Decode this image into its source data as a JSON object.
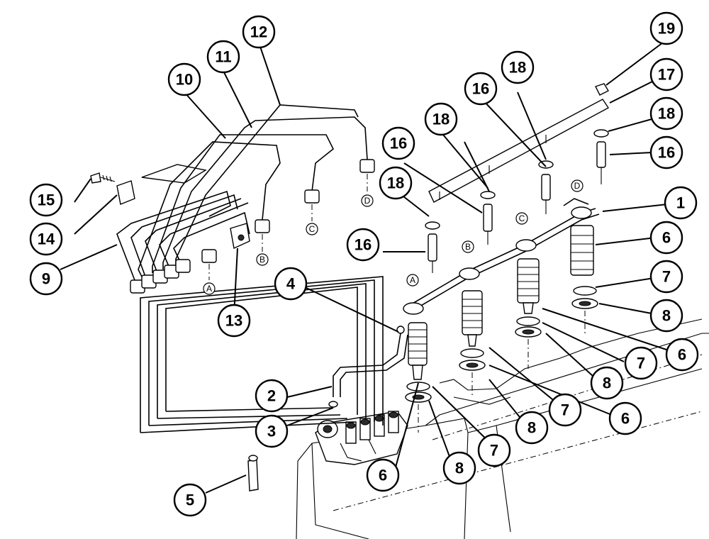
{
  "callouts": {
    "c1": "1",
    "c2": "2",
    "c3": "3",
    "c4": "4",
    "c5": "5",
    "c6a": "6",
    "c6b": "6",
    "c6c": "6",
    "c6d": "6",
    "c7a": "7",
    "c7b": "7",
    "c7c": "7",
    "c7d": "7",
    "c8a": "8",
    "c8b": "8",
    "c8c": "8",
    "c8d": "8",
    "c9": "9",
    "c10": "10",
    "c11": "11",
    "c12": "12",
    "c13": "13",
    "c14": "14",
    "c15": "15",
    "c16a": "16",
    "c16b": "16",
    "c16c": "16",
    "c16d": "16",
    "c17": "17",
    "c18a": "18",
    "c18b": "18",
    "c18c": "18",
    "c18d": "18",
    "c19": "19"
  },
  "letters": {
    "pipeA": "A",
    "pipeB": "B",
    "pipeC": "C",
    "pipeD": "D",
    "injA": "A",
    "injB": "B",
    "injC": "C",
    "injD": "D"
  },
  "colors": {
    "ink": "#000000",
    "paper": "#ffffff"
  }
}
